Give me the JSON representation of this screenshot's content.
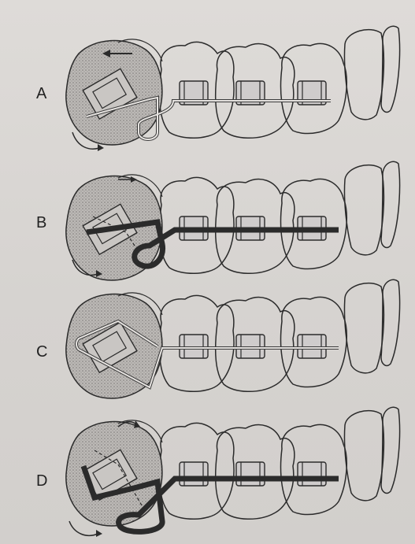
{
  "figure": {
    "panels": [
      {
        "id": "A",
        "label": "A"
      },
      {
        "id": "B",
        "label": "B"
      },
      {
        "id": "C",
        "label": "C"
      },
      {
        "id": "D",
        "label": "D"
      }
    ]
  },
  "colors": {
    "paper": "#d9d6d3",
    "ink": "#2b2b2b",
    "archwire": "#3a3a3a",
    "stipple": "#9a9795"
  }
}
